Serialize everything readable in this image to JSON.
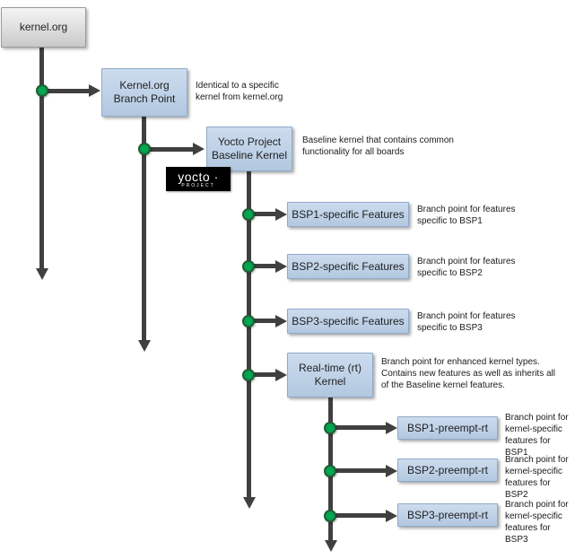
{
  "colors": {
    "line": "#404040",
    "dot_fill": "#00a550",
    "dot_border": "#235c35",
    "node_fill_top": "#cddcee",
    "node_fill_bottom": "#b2c8e0",
    "node_border": "#8fabc9",
    "gray_fill_top": "#f5f5f5",
    "gray_fill_bottom": "#c9c9c9",
    "gray_border": "#999999",
    "logo_bg": "#000000",
    "logo_fg": "#ffffff"
  },
  "boxes": {
    "kernel_org": {
      "label": "kernel.org"
    },
    "branch_point": {
      "line1": "Kernel.org",
      "line2": "Branch Point"
    },
    "baseline": {
      "line1": "Yocto Project",
      "line2": "Baseline Kernel"
    },
    "bsp1": {
      "label": "BSP1-specific Features"
    },
    "bsp2": {
      "label": "BSP2-specific Features"
    },
    "bsp3": {
      "label": "BSP3-specific Features"
    },
    "rt": {
      "line1": "Real-time (rt)",
      "line2": "Kernel"
    },
    "bsp1_rt": {
      "label": "BSP1-preempt-rt"
    },
    "bsp2_rt": {
      "label": "BSP2-preempt-rt"
    },
    "bsp3_rt": {
      "label": "BSP3-preempt-rt"
    }
  },
  "logo": {
    "main": "yocto ·",
    "sub": "PROJECT"
  },
  "notes": {
    "branch_point": "Identical to a specific kernel from kernel.org",
    "baseline": "Baseline kernel that contains common functionality for all boards",
    "bsp1": "Branch point for features specific to BSP1",
    "bsp2": "Branch point for features specific to BSP2",
    "bsp3": "Branch point for features specific to BSP3",
    "rt": "Branch point for enhanced kernel types. Contains new features as well as inherits all of the Baseline kernel features.",
    "bsp1_rt": "Branch point for kernel-specific features for BSP1",
    "bsp2_rt": "Branch point for kernel-specific features for BSP2",
    "bsp3_rt": "Branch point for kernel-specific features for BSP3"
  }
}
